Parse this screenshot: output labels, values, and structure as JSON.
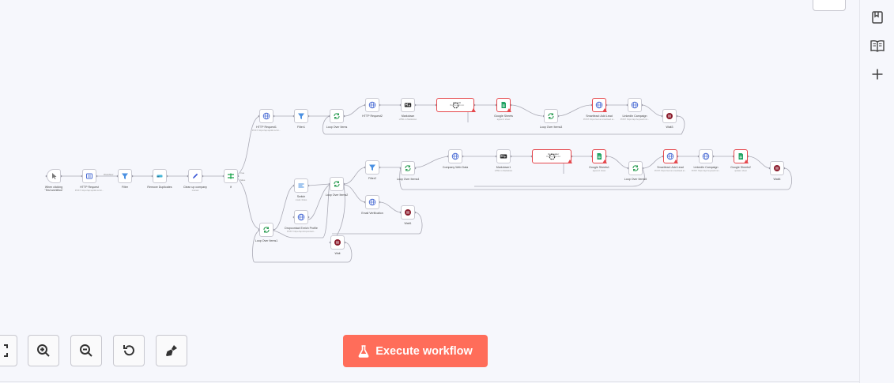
{
  "canvas": {
    "nodes": [
      {
        "label": "When clicking 'Test workflow'",
        "sub": ""
      },
      {
        "label": "HTTP Request",
        "sub": "POST: https://api.apollo.io/v1/..."
      },
      {
        "label": "Filter",
        "sub": ""
      },
      {
        "label": "Remove Duplicates",
        "sub": ""
      },
      {
        "label": "Clean up company",
        "sub": "manual"
      },
      {
        "label": "If",
        "sub": ""
      },
      {
        "label": "HTTP Request1",
        "sub": "POST: https://api.apollo.io/v1/..."
      },
      {
        "label": "Filter1",
        "sub": ""
      },
      {
        "label": "Loop Over Items",
        "sub": ""
      },
      {
        "label": "HTTP Request2",
        "sub": ""
      },
      {
        "label": "Markdown",
        "sub": "HTML to Markdown"
      },
      {
        "label": "OpenAI",
        "sub": "Message Model"
      },
      {
        "label": "Google Sheets",
        "sub": "append: sheet"
      },
      {
        "label": "Loop Over Items3",
        "sub": ""
      },
      {
        "label": "Smartlead: Add Lead",
        "sub": "POST: https://server.smartlead.ai..."
      },
      {
        "label": "LinkedIn Campaign",
        "sub": "POST: https://api.heyreach.io/..."
      },
      {
        "label": "Wait3",
        "sub": ""
      },
      {
        "label": "Loop Over Items1",
        "sub": ""
      },
      {
        "label": "Switch",
        "sub": "mode: Rules"
      },
      {
        "label": "Loop Over Items2",
        "sub": ""
      },
      {
        "label": "Filter2",
        "sub": ""
      },
      {
        "label": "Loop Over Items4",
        "sub": ""
      },
      {
        "label": "Company Web Data",
        "sub": ""
      },
      {
        "label": "Markdown1",
        "sub": "HTML to Markdown"
      },
      {
        "label": "Icebreaker",
        "sub": "Message Model"
      },
      {
        "label": "Google Sheets1",
        "sub": "append: sheet"
      },
      {
        "label": "Loop Over Items5",
        "sub": ""
      },
      {
        "label": "Smartlead: Add Lead",
        "sub": "POST: https://server.smartlead.ai..."
      },
      {
        "label": "LinkedIn Campaign",
        "sub": "POST: https://api.heyreach.io/..."
      },
      {
        "label": "Google Sheets2",
        "sub": "update: sheet"
      },
      {
        "label": "Wait4",
        "sub": ""
      },
      {
        "label": "Email Verification",
        "sub": ""
      },
      {
        "label": "Wait1",
        "sub": ""
      },
      {
        "label": "Dropcontact Enrich Profile",
        "sub": "POST: https://api.dropcontact..."
      },
      {
        "label": "Wait",
        "sub": ""
      }
    ],
    "edge_labels": {
      "trigger_to_http": "Workflow",
      "if_true": "true",
      "if_false": "false"
    }
  },
  "toolbar": {
    "execute_label": "Execute workflow",
    "buttons": [
      "fit-view",
      "zoom-in",
      "zoom-out",
      "reset-zoom",
      "tidy-up"
    ]
  },
  "colors": {
    "execute": "#ff6d5a",
    "error": "#e5484d",
    "http": "#4a6cd4",
    "filter": "#4a90e2",
    "loop": "#2e9e55",
    "sheets": "#21a464",
    "wait": "#8b1c2c",
    "if": "#1aa34a",
    "edit": "#3f5bd6",
    "canvas_bg": "#f6f7fc"
  },
  "right_panel": {
    "icons": [
      "bookmark-icon",
      "open-book-icon",
      "plus-icon"
    ]
  }
}
